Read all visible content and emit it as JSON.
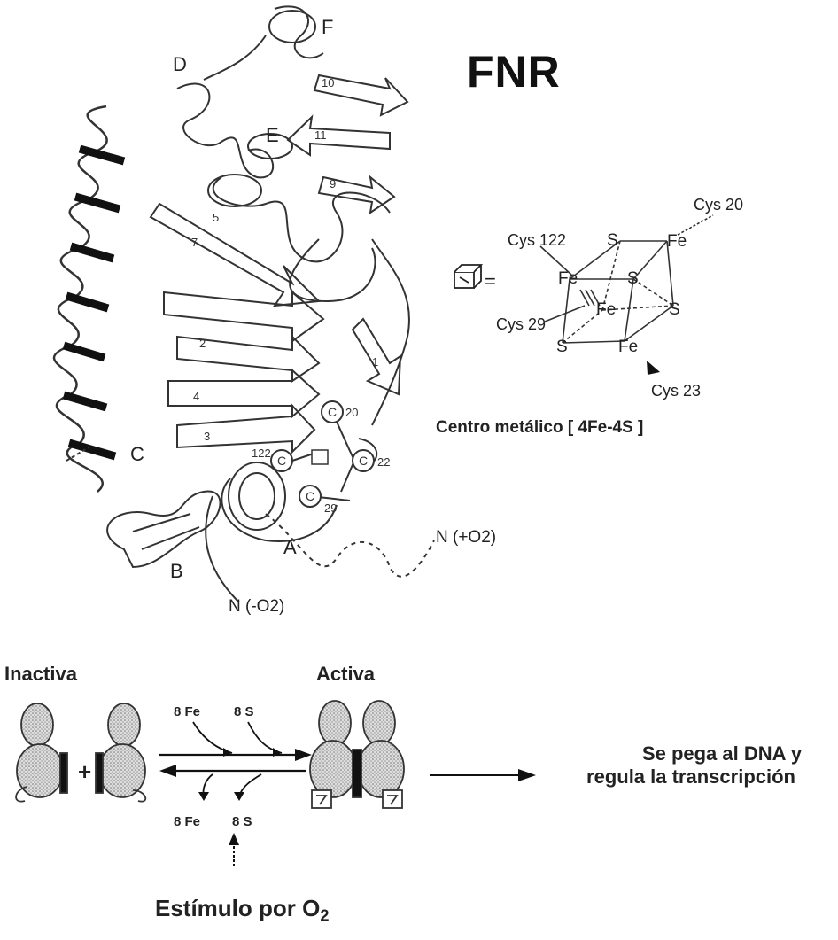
{
  "title": "FNR",
  "protein_labels": {
    "helix_a": "A",
    "helix_b": "B",
    "helix_c": "C",
    "helix_d": "D",
    "helix_e": "E",
    "helix_f": "F",
    "n_minus_o2": "N (-O2)",
    "n_plus_o2": "N (+O2)",
    "strand_10": "10",
    "strand_11": "11",
    "strand_9": "9",
    "strand_5": "5",
    "strand_7": "7",
    "strand_2": "2",
    "strand_4": "4",
    "strand_3": "3",
    "strand_1": "1",
    "cys_20": "20",
    "cys_122": "122",
    "cys_22": "22",
    "cys_29": "29"
  },
  "cluster": {
    "equals": "=",
    "cys_122": "Cys 122",
    "cys_20": "Cys 20",
    "cys_29": "Cys 29",
    "cys_23": "Cys 23",
    "fe": "Fe",
    "s": "S",
    "caption": "Centro metálico [ 4Fe-4S ]"
  },
  "reaction": {
    "inactive_label": "Inactiva",
    "active_label": "Activa",
    "plus": "+",
    "fe_in": "8 Fe",
    "s_in": "8 S",
    "fe_out": "8 Fe",
    "s_out": "8 S",
    "stimulus": "Estímulo por O",
    "stimulus_sub": "2",
    "result_line1": "Se pega al DNA y",
    "result_line2": "regula la transcripción"
  }
}
